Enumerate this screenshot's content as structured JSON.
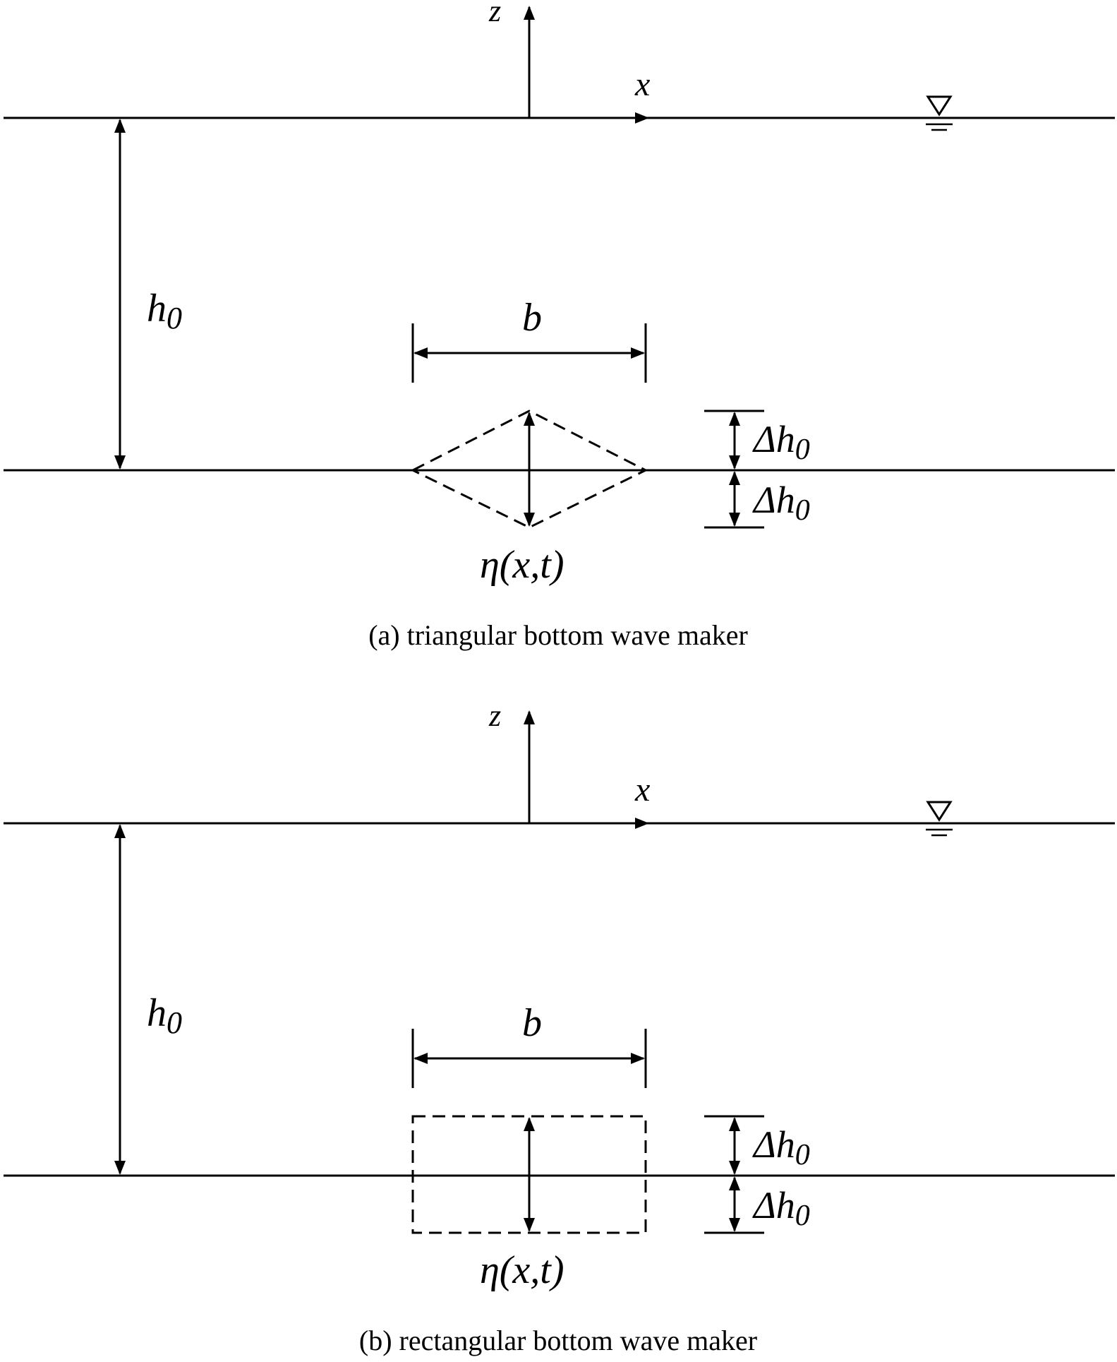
{
  "panels": [
    {
      "id": "a",
      "shape": "triangular",
      "caption": "(a) triangular bottom wave maker",
      "labels": {
        "z_axis": "z",
        "x_axis": "x",
        "depth": "h",
        "depth_sub": "0",
        "width": "b",
        "delta_upper": "Δh",
        "delta_upper_sub": "0",
        "delta_lower": "Δh",
        "delta_lower_sub": "0",
        "eta": "η(x,t)"
      }
    },
    {
      "id": "b",
      "shape": "rectangular",
      "caption": "(b) rectangular bottom wave maker",
      "labels": {
        "z_axis": "z",
        "x_axis": "x",
        "depth": "h",
        "depth_sub": "0",
        "width": "b",
        "delta_upper": "Δh",
        "delta_upper_sub": "0",
        "delta_lower": "Δh",
        "delta_lower_sub": "0",
        "eta": "η(x,t)"
      }
    }
  ],
  "icons": {
    "water_level": "water-level-triangle-icon"
  }
}
